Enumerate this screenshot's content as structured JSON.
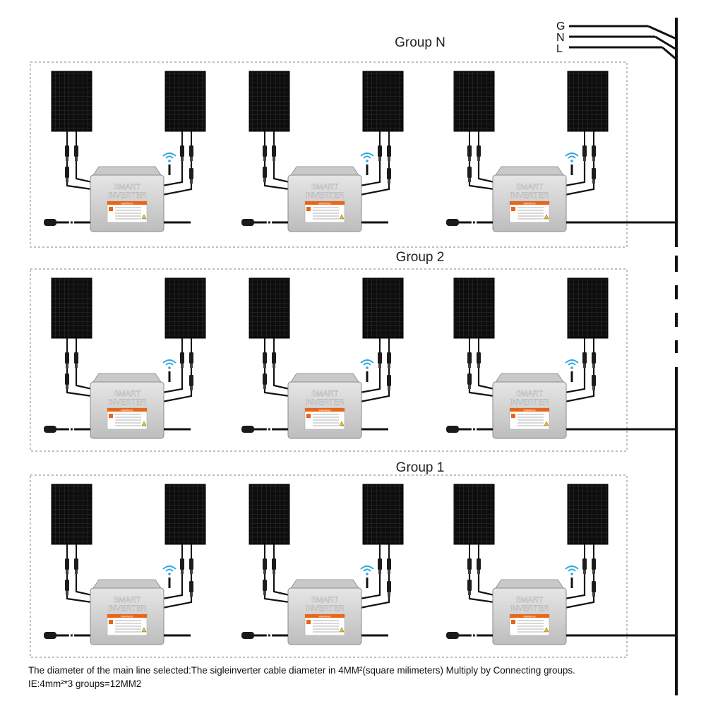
{
  "diagram": {
    "groups": [
      {
        "title": "Group N",
        "inverters": 3
      },
      {
        "title": "Group 2",
        "inverters": 3
      },
      {
        "title": "Group 1",
        "inverters": 3
      }
    ],
    "bus_lines": [
      "G",
      "N",
      "L"
    ],
    "inverter": {
      "label_line1": "SMART",
      "label_line2": "INVERTER",
      "warning_label": "WARNING"
    },
    "colors": {
      "panel": "#101010",
      "panel_grid": "#3a3a3a",
      "inverter_body": "#d4d4d4",
      "warning_orange": "#e8661a",
      "wifi": "#2aa7e0",
      "cable": "#111111"
    }
  },
  "footer": {
    "line1": "The diameter of the main line selected:The sigleinverter cable diameter in 4MM²(square milimeters)  Multiply by Connecting groups.",
    "line2": "IE:4mm²*3 groups=12MM2"
  }
}
